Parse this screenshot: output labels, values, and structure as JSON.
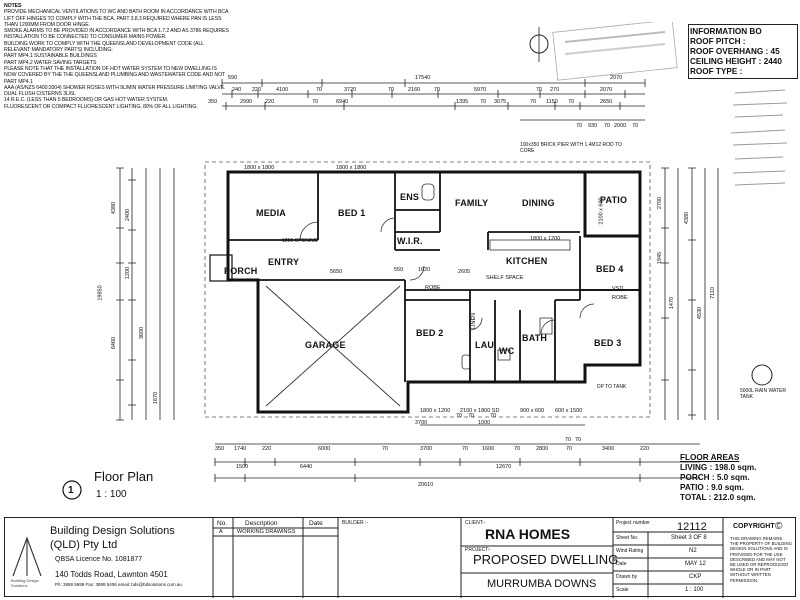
{
  "notes": {
    "heading": "NOTES",
    "lines": [
      "PROVIDE MECHANICAL VENTILATIONS TO WC AND BATH ROOM IN ACCORDANCE WITH BCA",
      "LIFT OFF HINGES TO COMPLY WITH THE BCA, PART 3.8.3 REQUIRED WHERE PAN IS LESS THAN 1200MM FROM DOOR HINGE.",
      "SMOKE ALARMS TO BE PROVIDED IN ACCORDANCE WITH BCA 1.7.2 AND AS 3786 REQUIRES INSTALLATION TO BE CONNECTED TO CONSUMER MAINS POWER.",
      "BUILDING WORK TO COMPLY WITH THE QUEENSLAND DEVELOPMENT CODE (ALL RELEVANT MANDATORY PARTS) INCLUDING:",
      "PART MP4.1 SUSTAINABLE BUILDINGS",
      "PART MP4.2 WATER SAVING TARGETS",
      "PLEASE NOTE THAT THE INSTALLATION OF HOT WATER SYSTEM TO NEW DWELLING IS NOW COVERED BY THE THE QUEENSLAND PLUMBING AND WASTEWATER CODE AND NOT PART MP4.1",
      "AAA (AS/NZS 6400:2004) SHOWER ROSES WITH 9L/MIN WATER PRESSURE LIMITING VALVE.",
      "DUAL FLUSH CISTERNS 3L/6L",
      "14 R.E.C. (LESS THAN 5 BEDROOMS) OR GAS HOT WATER SYSTEM.",
      "FLUORESCENT OR COMPACT FLUORESCENT LIGHTING, 80% OF ALL LIGHTING."
    ]
  },
  "information_box": {
    "title": "INFORMATION BO",
    "roof_pitch": "ROOF PITCH :",
    "roof_overhang": "ROOF OVERHANG :",
    "roof_overhang_value": "45",
    "ceiling_height": "CEILING HEIGHT :",
    "ceiling_height_value": "2440",
    "roof_type": "ROOF TYPE :"
  },
  "rooms": {
    "media": "MEDIA",
    "bed1": "BED 1",
    "ens": "ENS",
    "wir": "W.I.R.",
    "family": "FAMILY",
    "dining": "DINING",
    "patio": "PATIO",
    "kitchen": "KITCHEN",
    "bed4": "BED 4",
    "porch": "PORCH",
    "entry": "ENTRY",
    "garage": "GARAGE",
    "bed2": "BED 2",
    "lau": "LAU",
    "wc": "WC",
    "bath": "BATH",
    "bed3": "BED 3"
  },
  "minor_labels": {
    "robe": "ROBE",
    "linen": "LINEN",
    "vsd": "VSD",
    "shelf_space": "SHELF SPACE",
    "brick_pier": "100x350 BRICK PIER WITH 1.4M12 ROD TO CORE",
    "rain_tank": "5000L RAIN WATER TANK",
    "opening": "1200 OPENING",
    "dp_to_tank": "DP TO TANK"
  },
  "dims": {
    "top_overall": "17540",
    "top_left": "590",
    "top_right": "2070",
    "row2": [
      "240",
      "220",
      "4100",
      "70",
      "3720",
      "70",
      "2160",
      "70",
      "5970",
      "70",
      "270",
      "2070"
    ],
    "row3": [
      "350",
      "2990",
      "220",
      "70",
      "6940",
      "1395",
      "70",
      "3075",
      "70",
      "1150",
      "70",
      "2650"
    ],
    "row4": [
      "70",
      "930",
      "70",
      "2000",
      "70"
    ],
    "bottom1": [
      "3700",
      "70",
      "70",
      "70",
      "1000",
      "70",
      "70"
    ],
    "bottom2": [
      "350",
      "1740",
      "220",
      "6000",
      "70",
      "3700",
      "70",
      "1600",
      "70",
      "2800",
      "70",
      "3400",
      "220"
    ],
    "bottom3": [
      "1500",
      "6440",
      "12670"
    ],
    "bottom_overall": "20610",
    "left_overall": "19850",
    "left_col": [
      "4380",
      "2400",
      "1200",
      "6460",
      "3600",
      "1670"
    ],
    "right_col": [
      "2700",
      "1945",
      "4380",
      "1470",
      "4530",
      "7110"
    ],
    "windows": [
      "1800 x 1800",
      "1800 x 1800",
      "2100 x 600",
      "1800 x 1200",
      "2100 x 1800 SD",
      "900 x 600",
      "600 x 1500",
      "1800 x 1200"
    ],
    "interior": [
      "5650",
      "2605",
      "1620",
      "550",
      "3700"
    ]
  },
  "floor_plan": {
    "number": "1",
    "title": "Floor Plan",
    "scale": "1 : 100"
  },
  "floor_areas": {
    "title": "FLOOR AREAS",
    "living": "LIVING : 198.0 sqm.",
    "porch": "PORCH : 5.0 sqm.",
    "patio": "PATIO : 9.0 sqm.",
    "total": "TOTAL : 212.0 sqm."
  },
  "title_block": {
    "company_line1": "Building Design Solutions",
    "company_line2": "(QLD) Pty Ltd",
    "qbsa": "QBSA Licence No. 1081877",
    "address": "140 Todds Road, Lawnton 4501",
    "contact": "Ph: 3889 5699  Fax: 3889 5406  email: bds@bdsolutions.com.au",
    "logo_text": "Building Design Solutions",
    "rev_headers": [
      "No.",
      "Description",
      "Date"
    ],
    "rev_row": [
      "A",
      "WORKING DRAWINGS",
      ""
    ],
    "builder_label": "BUILDER :-",
    "client_label": "CLIENT:-",
    "client": "RNA HOMES",
    "project_label": "PROJECT:-",
    "project": "PROPOSED DWELLING",
    "location": "MURRUMBA DOWNS",
    "project_number_label": "Project number",
    "project_number": "12112",
    "sheet_label": "Sheet No.",
    "sheet": "Sheet 3 OF 8",
    "wind_label": "Wind Rating",
    "wind": "N2",
    "date_label": "Date",
    "date": "MAY 12",
    "drawn_label": "Drawn by",
    "drawn": "CKP",
    "scale_label": "Scale",
    "scale": "1 : 100",
    "copyright_title": "COPYRIGHT",
    "copyright_symbol": "©",
    "copyright_text": "THIS DRAWING REMAINS THE PROPERTY OF BUILDING DESIGN SOLUTIONS AND IS PROVIDED FOR THE USE DESCRIBED AND MAY NOT BE USED OR REPRODUCED WHOLE OR IN PART WITHOUT WRITTEN PERMISSION."
  }
}
